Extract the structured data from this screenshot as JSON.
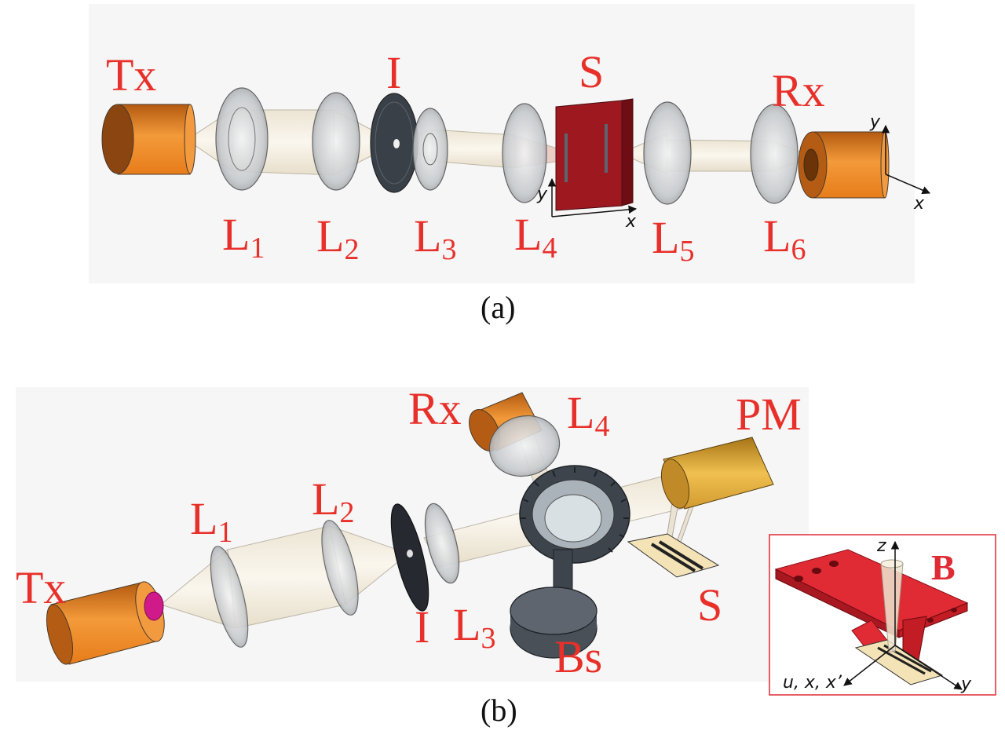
{
  "panel_a": {
    "caption": "(a)",
    "labels": {
      "tx": "Tx",
      "iris": "I",
      "sample": "S",
      "rx": "Rx",
      "l1": "L",
      "l1_sub": "1",
      "l2": "L",
      "l2_sub": "2",
      "l3": "L",
      "l3_sub": "3",
      "l4": "L",
      "l4_sub": "4",
      "l5": "L",
      "l5_sub": "5",
      "l6": "L",
      "l6_sub": "6"
    },
    "sample_axes": {
      "x": "x",
      "y": "y"
    },
    "rx_axes": {
      "x": "x",
      "y": "y"
    }
  },
  "panel_b": {
    "caption": "(b)",
    "labels": {
      "tx": "Tx",
      "l1": "L",
      "l1_sub": "1",
      "l2": "L",
      "l2_sub": "2",
      "iris": "I",
      "l3": "L",
      "l3_sub": "3",
      "rx": "Rx",
      "l4": "L",
      "l4_sub": "4",
      "pm": "PM",
      "sample": "S",
      "bs": "Bs"
    },
    "inset": {
      "title": "B",
      "axis_z": "z",
      "axis_y": "y",
      "axis_u": "u, x, x’"
    }
  },
  "colors": {
    "label_red": "#e8302a",
    "source_orange": "#f08a24",
    "pm_gold": "#e0a83a",
    "sample_red": "#9e1820",
    "holder_red": "#e02a34",
    "beam": "#f3ecdc",
    "lens_grey": "#b8bcc0",
    "iris_dark": "#3a4048",
    "tx_pink": "#d01a8a"
  }
}
